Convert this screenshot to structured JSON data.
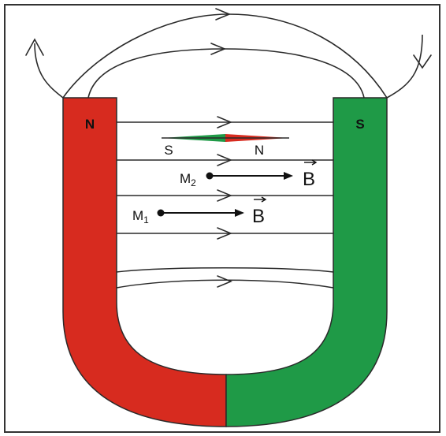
{
  "labels": {
    "left_pole": "N",
    "right_pole": "S",
    "needle_south": "S",
    "needle_north": "N",
    "point_m2": "M",
    "point_m2_sub": "2",
    "point_m1": "M",
    "point_m1_sub": "1",
    "vector_b": "B"
  },
  "colors": {
    "north_pole": "#d72b1f",
    "south_pole": "#1f9a47",
    "field_lines": "#2a2a2a",
    "frame": "#333333",
    "vector": "#111111"
  },
  "icons": {
    "compass_needle": "compass-needle-icon",
    "vector_arrow": "arrow-right-icon"
  }
}
